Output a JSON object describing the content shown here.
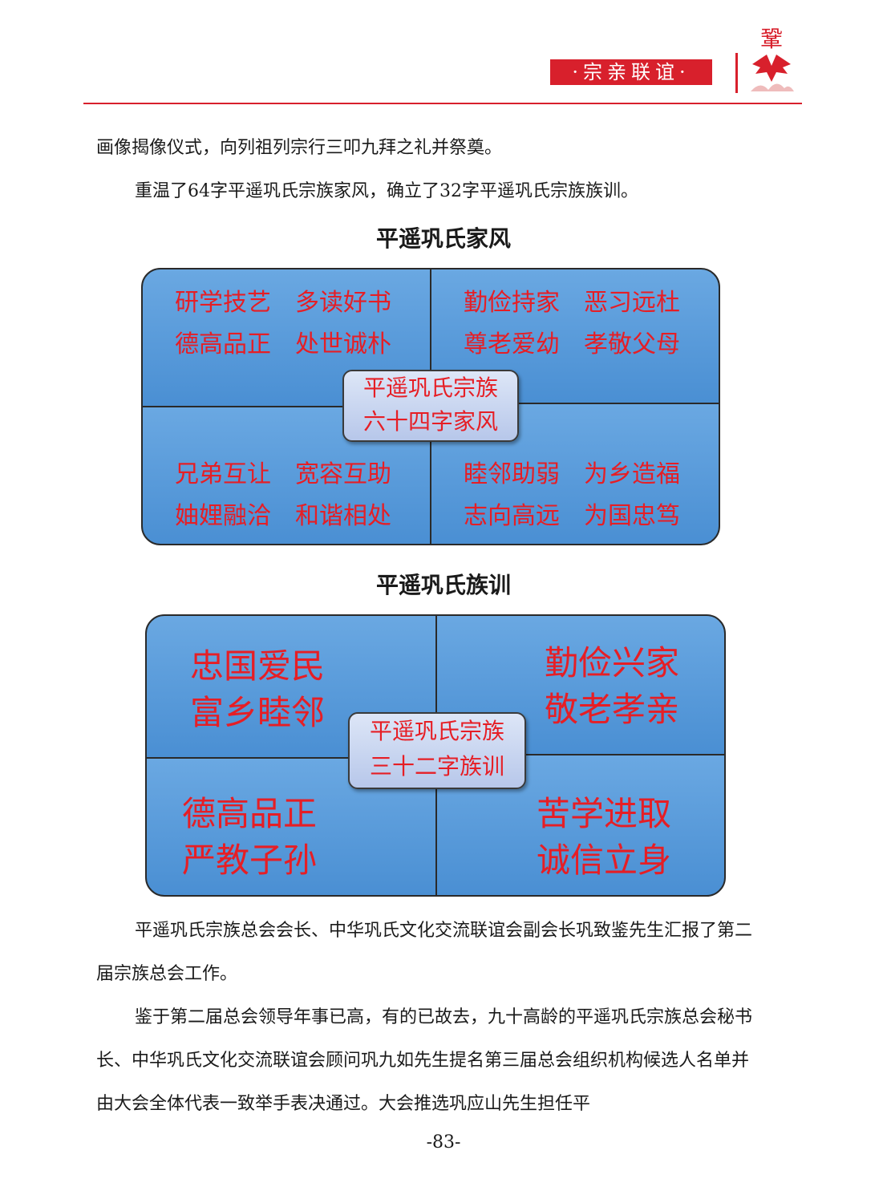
{
  "header": {
    "section_tag": "·宗亲联谊·",
    "logo_text": "鞏"
  },
  "paragraphs": {
    "p1": "画像揭像仪式，向列祖列宗行三叩九拜之礼并祭奠。",
    "p2": "重温了64字平遥巩氏宗族家风，确立了32字平遥巩氏宗族族训。",
    "p3": "平遥巩氏宗族总会会长、中华巩氏文化交流联谊会副会长巩致鉴先生汇报了第二届宗族总会工作。",
    "p4": "鉴于第二届总会领导年事已高，有的已故去，九十高龄的平遥巩氏宗族总会秘书长、中华巩氏文化交流联谊会顾问巩九如先生提名第三届总会组织机构候选人名单并由大会全体代表一致举手表决通过。大会推选巩应山先生担任平"
  },
  "jiafeng": {
    "title": "平遥巩氏家风",
    "center": [
      "平遥巩氏宗族",
      "六十四字家风"
    ],
    "tl": [
      "研学技艺　多读好书",
      "德高品正　处世诚朴"
    ],
    "tr": [
      "勤俭持家　恶习远杜",
      "尊老爱幼　孝敬父母"
    ],
    "bl": [
      "兄弟互让　宽容互助",
      "妯娌融洽　和谐相处"
    ],
    "br": [
      "睦邻助弱　为乡造福",
      "志向高远　为国忠笃"
    ]
  },
  "zuxun": {
    "title": "平遥巩氏族训",
    "center": [
      "平遥巩氏宗族",
      "三十二字族训"
    ],
    "tl": [
      "忠国爱民",
      "富乡睦邻"
    ],
    "tr": [
      "勤俭兴家",
      "敬老孝亲"
    ],
    "bl": [
      "德高品正",
      "严教子孙"
    ],
    "br": [
      "苦学进取",
      "诚信立身"
    ]
  },
  "footer": {
    "page_number": "-83-"
  },
  "colors": {
    "accent": "#d8202c",
    "quad_blue": "#4a8fd3",
    "quad_text": "#e61e25"
  }
}
